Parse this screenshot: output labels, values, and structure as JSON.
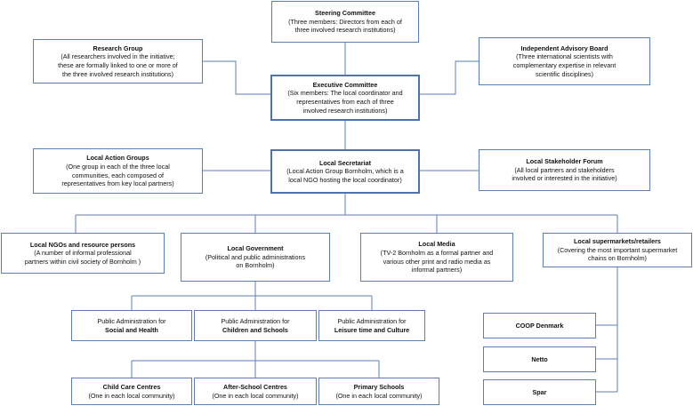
{
  "org_chart": {
    "steering": {
      "title": "Steering Committee",
      "desc": "(Three members: Directors from each of\nthree involved research institutions)"
    },
    "research": {
      "title": "Research Group",
      "desc": "(All researchers involved in the initiative;\nthese are formally linked to one or more of\nthe three involved research institutions)"
    },
    "advisory": {
      "title": "Independent Advisory Board",
      "desc": "(Three international scientists with\ncomplementary expertise in relevant\nscientific disciplines)"
    },
    "executive": {
      "title": "Executive Committee",
      "desc": "(Six members: The local coordinator and\nrepresentatives from each of three\ninvolved research institutions)"
    },
    "lag": {
      "title": "Local Action Groups",
      "desc": "(One group in each of the three local\ncommunities, each composed of\nrepresentatives from key local partners)"
    },
    "secretariat": {
      "title": "Local Secretariat",
      "desc": "(Local Action Group Bornholm, which is a\nlocal NGO hosting the local coordinator)"
    },
    "stakeholder": {
      "title": "Local  Stakeholder Forum",
      "desc": "(All local partners and stakeholders\ninvolved or interested in the initiative)"
    },
    "ngos": {
      "title": "Local NGOs and resource persons",
      "desc": "(A number of informal professional\npartners within civil society of Bornholm )"
    },
    "government": {
      "title": "Local Government",
      "desc": "(Political and public administrations\non Bornholm)"
    },
    "media": {
      "title": "Local Media",
      "desc": "(TV-2 Bornholm as a formal partner and\nvarious other print and radio media as\ninformal partners)"
    },
    "supermarkets": {
      "title": "Local supermarkets/retailers",
      "desc": "(Covering the most important supermarket\nchains on Bornholm)"
    },
    "pa_health": {
      "line1": "Public Administration for",
      "line2": "Social and Health"
    },
    "pa_children": {
      "line1": "Public Administration for",
      "line2": "Children and Schools"
    },
    "pa_leisure": {
      "line1": "Public Administration for",
      "line2": "Leisure time and Culture"
    },
    "childcare": {
      "title": "Child Care Centres",
      "desc": "(One in each local community)"
    },
    "afterschool": {
      "title": "After-School Centres",
      "desc": "(One in each local community)"
    },
    "primary": {
      "title": "Primary Schools",
      "desc": "(One in each local community)"
    },
    "coop": {
      "title": "COOP Denmark"
    },
    "netto": {
      "title": "Netto"
    },
    "spar": {
      "title": "Spar"
    },
    "colors": {
      "box_border": "#5b7fb5",
      "connector": "#5b7fb5"
    }
  }
}
